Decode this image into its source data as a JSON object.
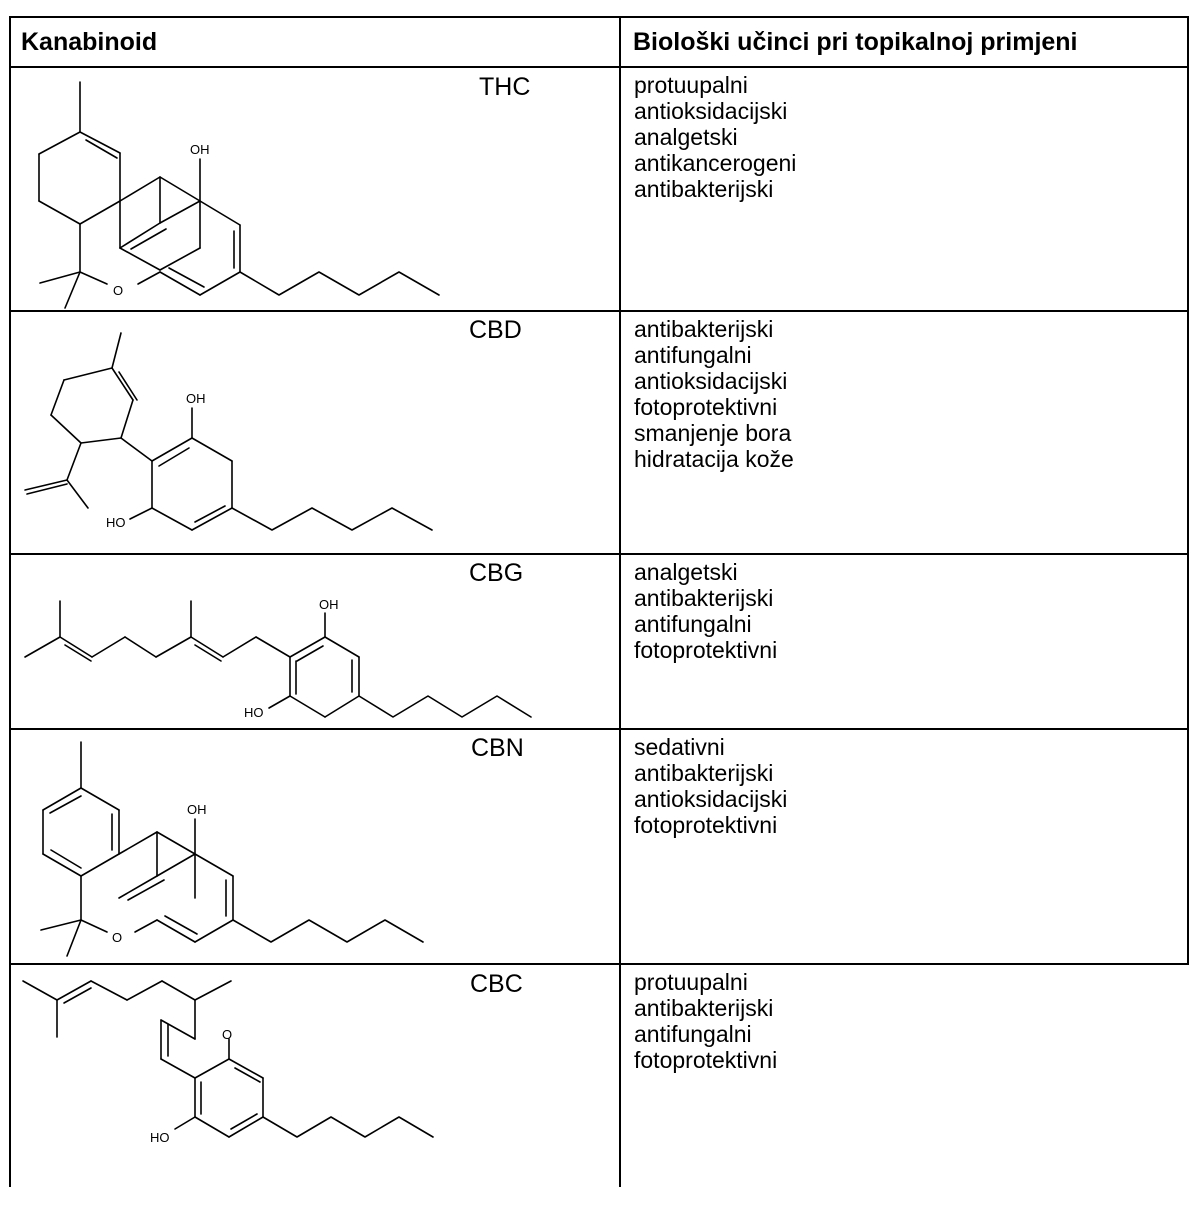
{
  "table": {
    "headers": {
      "col1": "Kanabinoid",
      "col2": "Biološki učinci pri topikalnoj primjeni"
    },
    "rows": [
      {
        "name": "THC",
        "atoms": {
          "oh": "OH",
          "o": "O"
        },
        "effects": [
          "protuupalni",
          "antioksidacijski",
          "analgetski",
          "antikancerogeni",
          "antibakterijski"
        ]
      },
      {
        "name": "CBD",
        "atoms": {
          "oh_top": "OH",
          "oh_bottom": "HO"
        },
        "effects": [
          "antibakterijski",
          "antifungalni",
          "antioksidacijski",
          "fotoprotektivni",
          "smanjenje bora",
          "hidratacija kože"
        ]
      },
      {
        "name": "CBG",
        "atoms": {
          "oh_top": "OH",
          "oh_bottom": "HO"
        },
        "effects": [
          "analgetski",
          "antibakterijski",
          "antifungalni",
          "fotoprotektivni"
        ]
      },
      {
        "name": "CBN",
        "atoms": {
          "oh": "OH",
          "o": "O"
        },
        "effects": [
          "sedativni",
          "antibakterijski",
          "antioksidacijski",
          "fotoprotektivni"
        ]
      },
      {
        "name": "CBC",
        "atoms": {
          "o": "O",
          "ho": "HO"
        },
        "effects": [
          "protuupalni",
          "antibakterijski",
          "antifungalni",
          "fotoprotektivni"
        ]
      }
    ]
  }
}
